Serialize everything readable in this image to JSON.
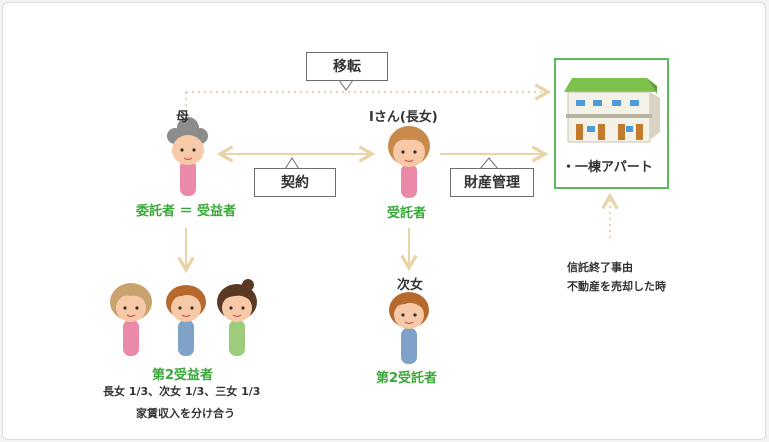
{
  "callouts": {
    "transfer": "移転",
    "contract": "契約",
    "management": "財産管理"
  },
  "mother": {
    "name": "母",
    "role": "委託者 ＝ 受益者"
  },
  "daughter1": {
    "name": "Ⅰさん(長女)",
    "role": "受託者"
  },
  "daughter2": {
    "name": "次女",
    "role": "第2受託者"
  },
  "beneficiaries": {
    "title": "第2受益者",
    "shares": "長女 1/3、次女 1/3、三女 1/3",
    "note": "家賃収入を分け合う"
  },
  "property": {
    "label": "・一棟アパート"
  },
  "termination": {
    "line1": "信託終了事由",
    "line2": "不動産を売却した時"
  },
  "colors": {
    "accent_green": "#3aa83a",
    "arrow_beige": "#e8d4a6",
    "pink_body": "#ea8aa8",
    "blue_body": "#7fa3c8",
    "green_body": "#9ccc7c"
  }
}
